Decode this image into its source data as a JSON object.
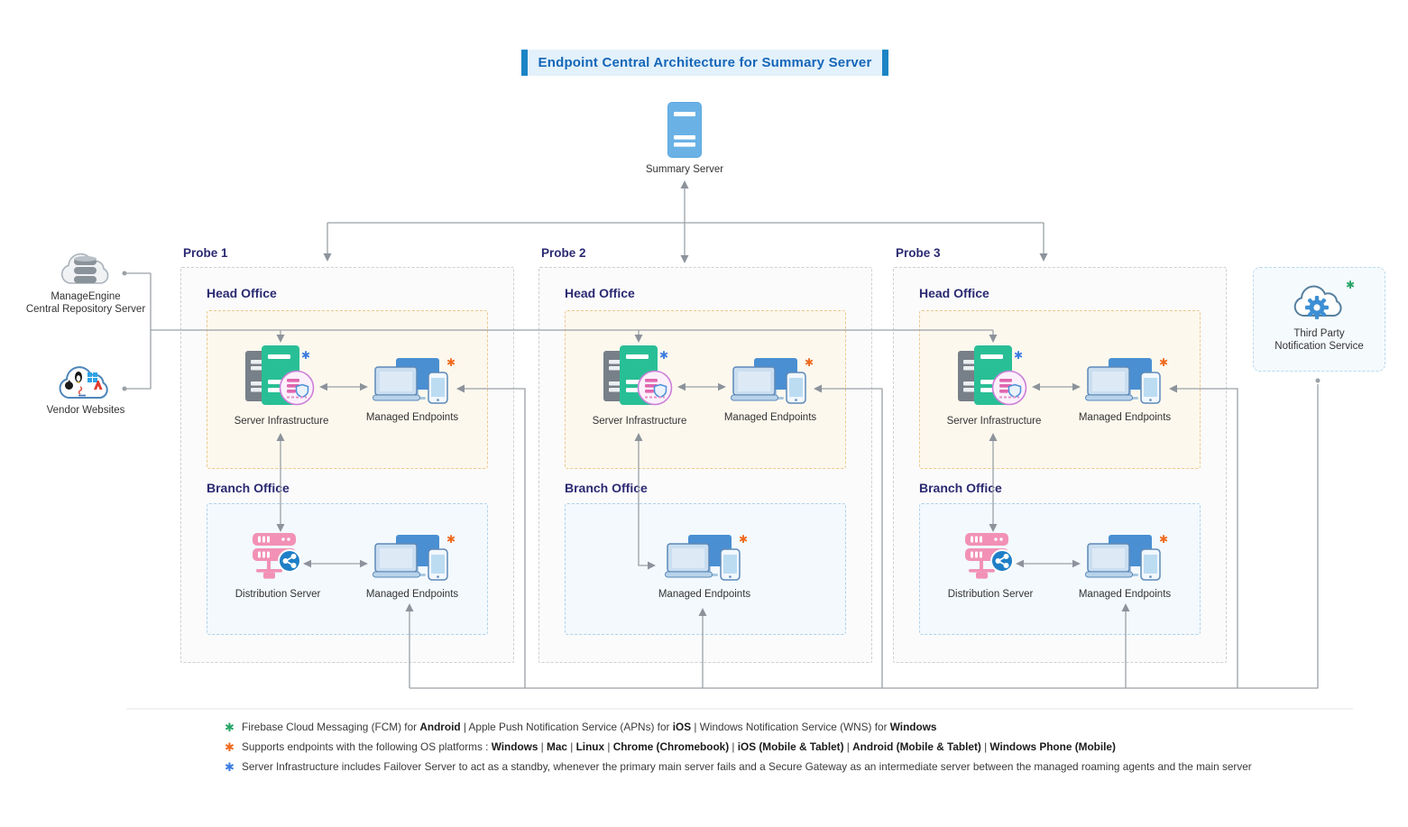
{
  "title": "Endpoint Central Architecture for Summary Server",
  "summary_server": {
    "label": "Summary Server"
  },
  "left_nodes": {
    "repository": {
      "label_line1": "ManageEngine",
      "label_line2": "Central Repository Server"
    },
    "vendor": {
      "label": "Vendor Websites"
    }
  },
  "third_party": {
    "label_line1": "Third Party",
    "label_line2": "Notification Service"
  },
  "markers": {
    "blue": "✱",
    "orange": "✱",
    "green": "✱"
  },
  "probes": [
    {
      "name": "Probe 1",
      "head_office": {
        "label": "Head Office",
        "server_label": "Server Infrastructure",
        "endpoints_label": "Managed Endpoints"
      },
      "branch_office": {
        "label": "Branch Office",
        "has_distribution_server": true,
        "distribution_label": "Distribution Server",
        "endpoints_label": "Managed Endpoints"
      }
    },
    {
      "name": "Probe 2",
      "head_office": {
        "label": "Head Office",
        "server_label": "Server Infrastructure",
        "endpoints_label": "Managed Endpoints"
      },
      "branch_office": {
        "label": "Branch Office",
        "has_distribution_server": false,
        "distribution_label": "",
        "endpoints_label": "Managed Endpoints"
      }
    },
    {
      "name": "Probe 3",
      "head_office": {
        "label": "Head Office",
        "server_label": "Server Infrastructure",
        "endpoints_label": "Managed Endpoints"
      },
      "branch_office": {
        "label": "Branch Office",
        "has_distribution_server": true,
        "distribution_label": "Distribution Server",
        "endpoints_label": "Managed Endpoints"
      }
    }
  ],
  "legend": {
    "rows": [
      {
        "marker": "✱",
        "marker_color": "#27a567",
        "segments": [
          {
            "text": "Firebase Cloud Messaging (FCM) for ",
            "bold": false
          },
          {
            "text": "Android",
            "bold": true
          },
          {
            "text": "   |   ",
            "bold": false
          },
          {
            "text": "Apple Push Notification Service (APNs) for ",
            "bold": false
          },
          {
            "text": "iOS",
            "bold": true
          },
          {
            "text": "   |   ",
            "bold": false
          },
          {
            "text": "Windows Notification Service (WNS) for ",
            "bold": false
          },
          {
            "text": "Windows",
            "bold": true
          }
        ]
      },
      {
        "marker": "✱",
        "marker_color": "#f06a1d",
        "segments": [
          {
            "text": "Supports endpoints with the following OS platforms : ",
            "bold": false
          },
          {
            "text": "Windows",
            "bold": true
          },
          {
            "text": "  |  ",
            "bold": false
          },
          {
            "text": "Mac",
            "bold": true
          },
          {
            "text": "  |  ",
            "bold": false
          },
          {
            "text": "Linux",
            "bold": true
          },
          {
            "text": "  |  ",
            "bold": false
          },
          {
            "text": "Chrome (Chromebook)",
            "bold": true
          },
          {
            "text": "  |  ",
            "bold": false
          },
          {
            "text": "iOS (Mobile & Tablet)",
            "bold": true
          },
          {
            "text": "  |  ",
            "bold": false
          },
          {
            "text": "Android (Mobile & Tablet)",
            "bold": true
          },
          {
            "text": "  |  ",
            "bold": false
          },
          {
            "text": "Windows Phone (Mobile)",
            "bold": true
          }
        ]
      },
      {
        "marker": "✱",
        "marker_color": "#3b7ce0",
        "segments": [
          {
            "text": "Server Infrastructure includes Failover Server to act as a standby, whenever the primary main server fails and a Secure Gateway as an intermediate server between the managed roaming agents and the main server",
            "bold": false
          }
        ]
      }
    ]
  },
  "colors": {
    "title_text": "#1566b8",
    "title_bg": "#e2f1fb",
    "title_accent": "#1b84c5",
    "navy_label": "#2b2a72",
    "line_gray": "#9aa0a6",
    "head_office_bg": "#fdf8ee",
    "head_office_border": "#ebc88f",
    "branch_office_bg": "#f3f9fd",
    "branch_office_border": "#b0d1e8",
    "probe_border": "#cfcfcf",
    "server_teal": "#29bf96",
    "server_gray": "#777f88",
    "endpoint_blue": "#4a8fd2",
    "distribution_pink": "#f291b5",
    "share_blue": "#1e7fc6",
    "summary_blue": "#6ab2e6",
    "note_green": "#27a567",
    "note_orange": "#f06a1d",
    "note_blue": "#3b7ce0"
  }
}
